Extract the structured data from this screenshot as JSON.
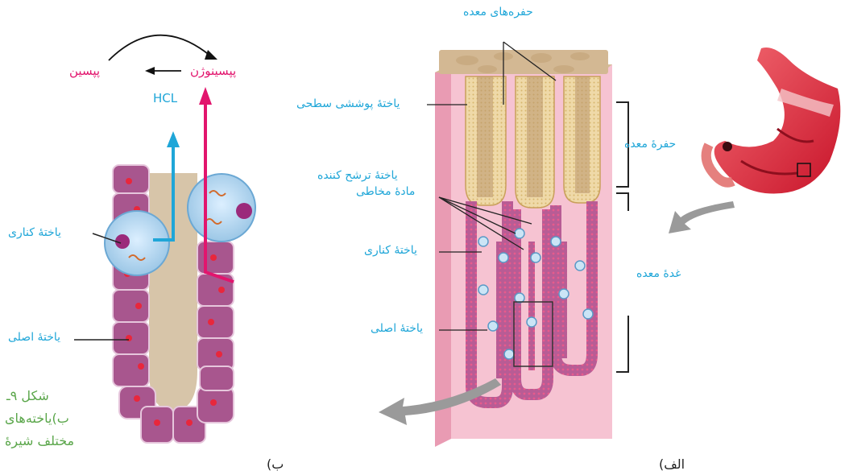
{
  "labels": {
    "pits_top": "حفره‌های معده",
    "surface_cell": "یاختهٔ پوششی سطحی",
    "gastric_pit": "حفرهٔ معده",
    "mucous_cell": "یاختهٔ ترشح کننده",
    "mucous_cell_2": "مادهٔ مخاطی",
    "parietal_cell_a": "یاختهٔ کناری",
    "gastric_gland": "غدهٔ معده",
    "chief_cell_a": "یاختهٔ اصلی",
    "parietal_cell_b": "یاختهٔ کناری",
    "chief_cell_b": "یاختهٔ اصلی",
    "pepsin": "پپسین",
    "pepsinogen": "پپسینوژن",
    "hcl": "HCL"
  },
  "caption": {
    "line1": "شکل ۹ـ",
    "line2": "ب)یاخته‌های",
    "line3": "مختلف شیرهٔ"
  },
  "panels": {
    "a": "الف)",
    "b": "ب)"
  },
  "colors": {
    "label_blue": "#1fa6d8",
    "label_pink": "#e2156d",
    "caption_green": "#5aa64a",
    "tissue_pink": "#f4b8c8",
    "gland_purple": "#a8568e",
    "pit_tan": "#d9bf9a"
  }
}
